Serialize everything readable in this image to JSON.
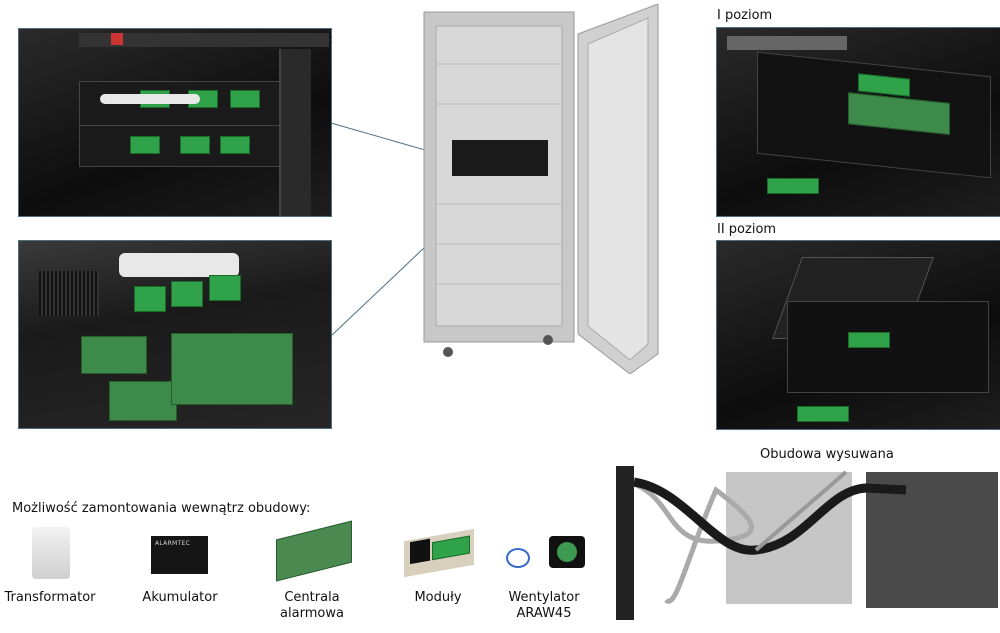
{
  "levels": {
    "level1_label": "I poziom",
    "level2_label": "II poziom"
  },
  "drawer": {
    "title": "Obudowa wysuwana"
  },
  "accessories": {
    "heading": "Możliwość zamontowania wewnątrz obudowy:",
    "items": [
      {
        "label": "Transformator",
        "icon": "transformer-icon"
      },
      {
        "label": "Akumulator",
        "icon": "battery-icon",
        "brand": "ALARMTEC"
      },
      {
        "label": "Centrala alarmowa",
        "icon": "alarm-panel-icon"
      },
      {
        "label": "Moduły",
        "icon": "module-icon"
      },
      {
        "label": "Wentylator ARAW45",
        "icon": "fan-icon"
      }
    ]
  },
  "colors": {
    "frame_border": "#4f6f80",
    "pcb_green": "#3e8a4a",
    "rack_gray": "#b8b8b8"
  }
}
